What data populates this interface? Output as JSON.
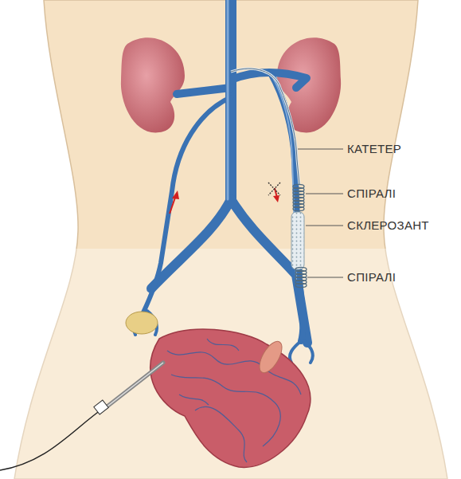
{
  "diagram": {
    "labels": [
      "КАТЕТЕР",
      "СПІРАЛІ",
      "СКЛЕРОЗАНТ",
      "СПІРАЛІ"
    ]
  }
}
